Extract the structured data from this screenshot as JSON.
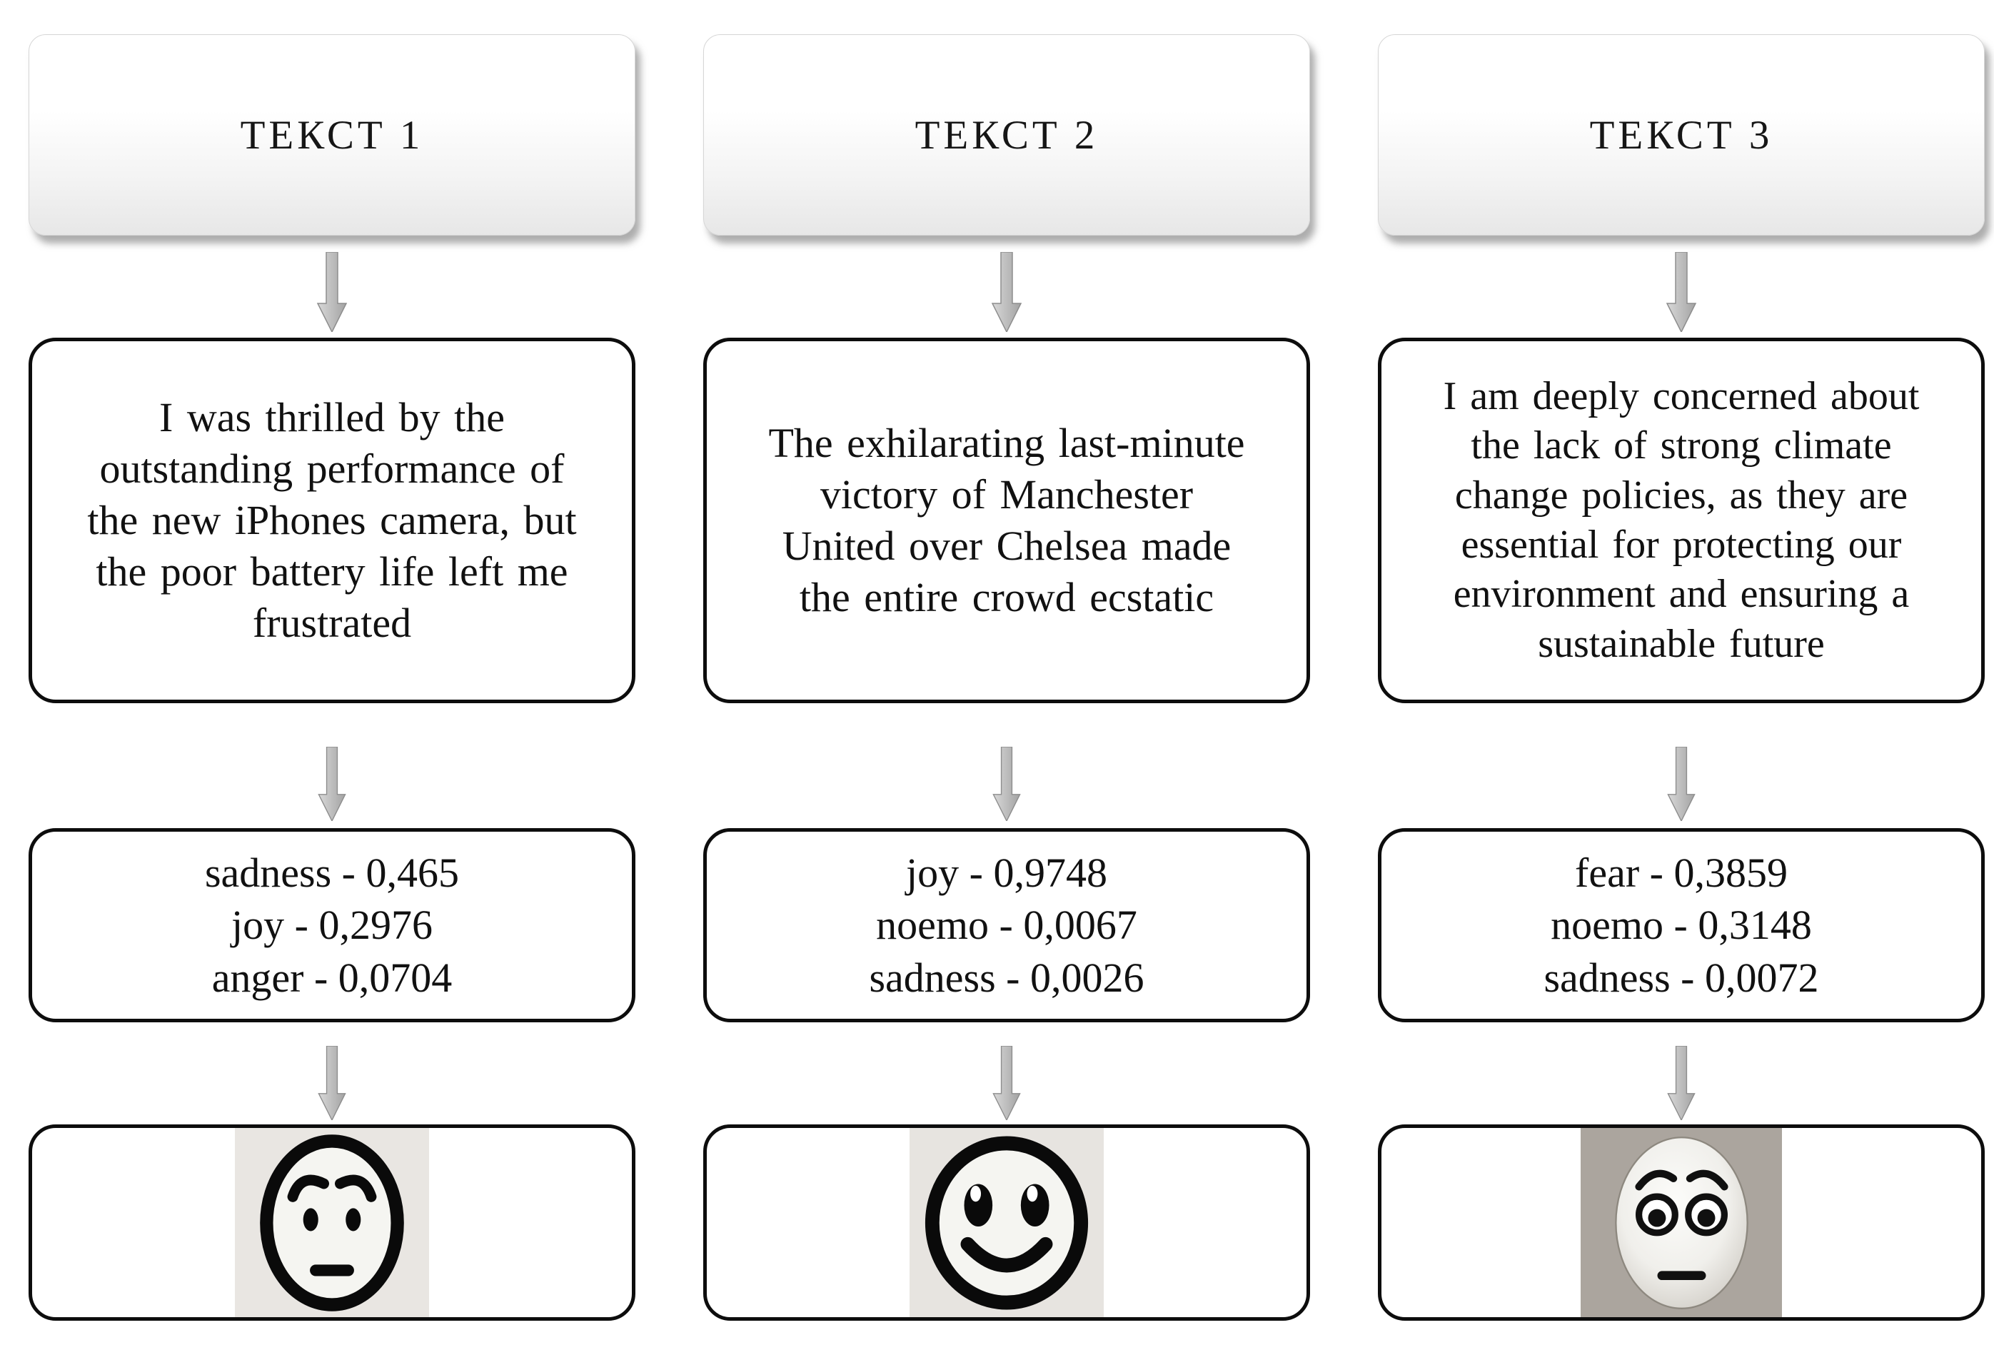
{
  "columns": [
    {
      "header": "ТЕКСТ 1",
      "lines": [
        "I was thrilled by the",
        "outstanding performance of",
        "the new iPhones camera, but",
        "the poor battery life left me",
        "frustrated"
      ],
      "scores": [
        "sadness - 0,465",
        "joy - 0,2976",
        "anger - 0,0704"
      ],
      "emoji": "worried-face",
      "emoji_bg": "#e9e6e2"
    },
    {
      "header": "ТЕКСТ 2",
      "lines": [
        "The exhilarating last-minute",
        "victory of Manchester",
        "United over Chelsea made",
        "the entire crowd ecstatic"
      ],
      "scores": [
        "joy - 0,9748",
        "noemo - 0,0067",
        "sadness - 0,0026"
      ],
      "emoji": "smiling-face",
      "emoji_bg": "#e7e4e0"
    },
    {
      "header": "ТЕКСТ 3",
      "lines": [
        "I am deeply concerned about",
        "the lack of strong climate",
        "change policies, as they are",
        "essential for protecting our",
        "environment and ensuring a",
        "sustainable future"
      ],
      "scores": [
        "fear - 0,3859",
        "noemo - 0,3148",
        "sadness - 0,0072"
      ],
      "emoji": "flushed-face",
      "emoji_bg": "#aba59e"
    }
  ],
  "colors": {
    "box_border": "#0d0d0d",
    "arrow_fill": "#b5b5b5",
    "arrow_edge": "#8d8d8d"
  }
}
